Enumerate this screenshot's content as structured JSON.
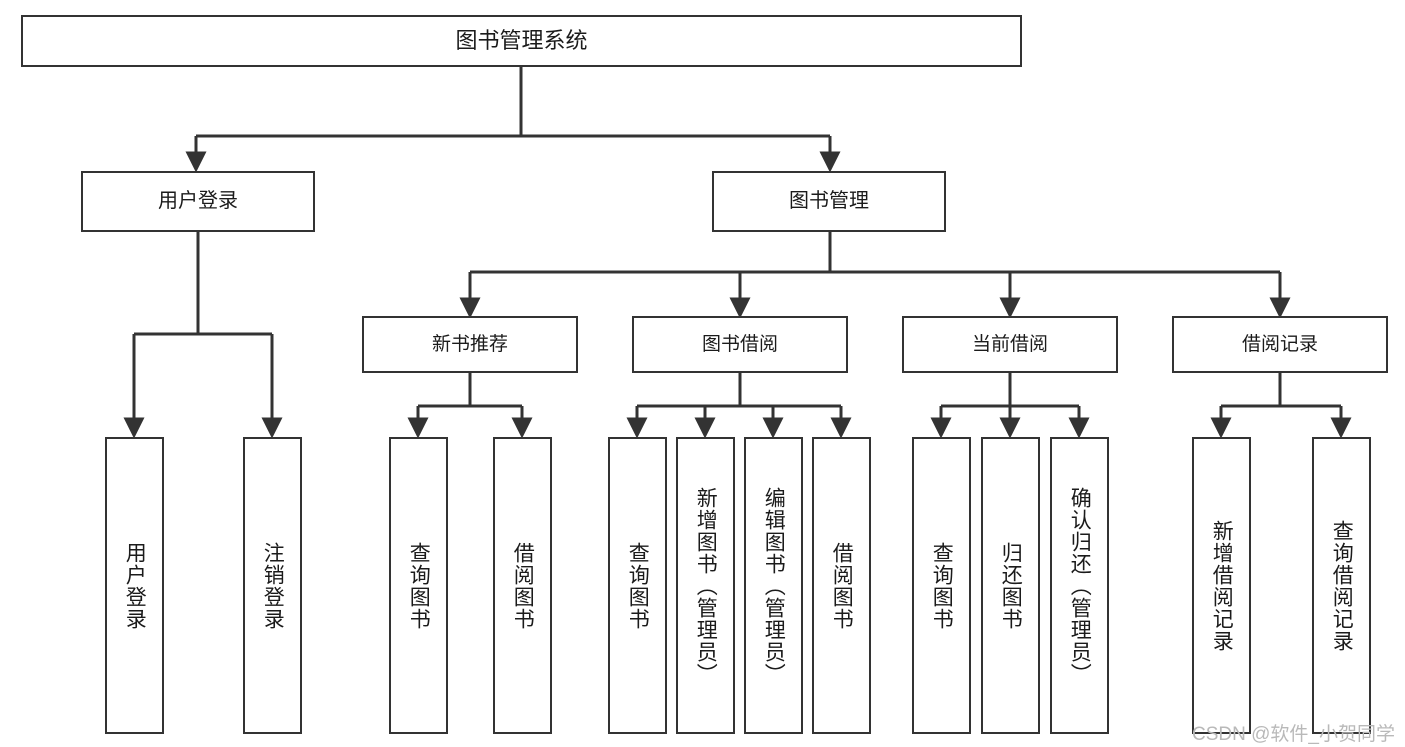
{
  "diagram": {
    "title": "图书管理系统",
    "type": "tree",
    "stroke_color": "#333333",
    "text_color": "#1b1b1b",
    "background_color": "#ffffff",
    "nodes": {
      "root": {
        "label": "图书管理系统",
        "level": 1
      },
      "user_login": {
        "label": "用户登录",
        "level": 2
      },
      "book_manage": {
        "label": "图书管理",
        "level": 2
      },
      "new_book_rec": {
        "label": "新书推荐",
        "level": 3
      },
      "book_borrow": {
        "label": "图书借阅",
        "level": 3
      },
      "current_borrow": {
        "label": "当前借阅",
        "level": 3
      },
      "borrow_record": {
        "label": "借阅记录",
        "level": 3
      },
      "leaf_user_login": {
        "label": "用户登录",
        "level": 4
      },
      "leaf_logout": {
        "label": "注销登录",
        "level": 4
      },
      "leaf_query_book_1": {
        "label": "查询图书",
        "level": 4
      },
      "leaf_borrow_book_1": {
        "label": "借阅图书",
        "level": 4
      },
      "leaf_query_book_2": {
        "label": "查询图书",
        "level": 4
      },
      "leaf_add_book": {
        "label": "新增图书（管理员）",
        "level": 4
      },
      "leaf_edit_book": {
        "label": "编辑图书（管理员）",
        "level": 4
      },
      "leaf_borrow_book_2": {
        "label": "借阅图书",
        "level": 4
      },
      "leaf_query_book_3": {
        "label": "查询图书",
        "level": 4
      },
      "leaf_return_book": {
        "label": "归还图书",
        "level": 4
      },
      "leaf_confirm_return": {
        "label": "确认归还（管理员）",
        "level": 4
      },
      "leaf_add_record": {
        "label": "新增借阅记录",
        "level": 4
      },
      "leaf_query_record": {
        "label": "查询借阅记录",
        "level": 4
      }
    }
  },
  "watermark": {
    "text": "CSDN @软件_小贺同学",
    "color": "#b9b9b9"
  }
}
